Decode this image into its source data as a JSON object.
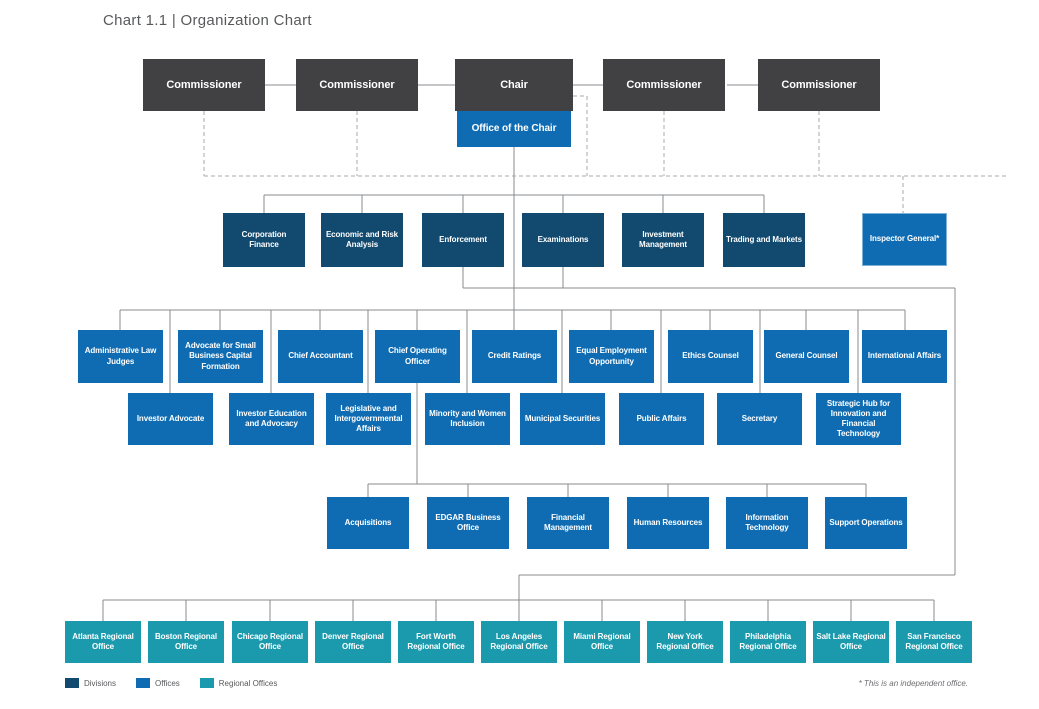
{
  "title": "Chart 1.1 | Organization Chart",
  "footnote": "* This is an independent office.",
  "colors": {
    "executive": "#414042",
    "division": "#11496f",
    "office": "#0f6cb2",
    "regional_office": "#1b9aad",
    "solid_line": "#898b8e",
    "dashed_line": "#a6a8ab",
    "title_text": "#58595b"
  },
  "executive_row": [
    "Commissioner",
    "Commissioner",
    "Chair",
    "Commissioner",
    "Commissioner"
  ],
  "office_of_the_chair": "Office of the Chair",
  "divisions": [
    "Corporation Finance",
    "Economic and Risk Analysis",
    "Enforcement",
    "Examinations",
    "Investment Management",
    "Trading and Markets"
  ],
  "inspector_general": "Inspector General*",
  "offices_row1": [
    "Administrative Law Judges",
    "Advocate for Small Business Capital Formation",
    "Chief Accountant",
    "Chief Operating Officer",
    "Credit Ratings",
    "Equal Employment Opportunity",
    "Ethics Counsel",
    "General Counsel",
    "International Affairs"
  ],
  "offices_row2": [
    "Investor Advocate",
    "Investor Education and Advocacy",
    "Legislative and Intergovernmental Affairs",
    "Minority and Women Inclusion",
    "Municipal Securities",
    "Public Affairs",
    "Secretary",
    "Strategic Hub for Innovation and Financial Technology"
  ],
  "coo_offices": [
    "Acquisitions",
    "EDGAR Business Office",
    "Financial Management",
    "Human Resources",
    "Information Technology",
    "Support Operations"
  ],
  "regional_offices": [
    "Atlanta Regional Office",
    "Boston Regional Office",
    "Chicago Regional Office",
    "Denver Regional Office",
    "Fort Worth Regional Office",
    "Los Angeles Regional Office",
    "Miami Regional Office",
    "New York Regional Office",
    "Philadelphia Regional Office",
    "Salt Lake Regional Office",
    "San Francisco Regional Office"
  ],
  "legend": {
    "items": [
      {
        "label": "Divisions",
        "color": "#11496f"
      },
      {
        "label": "Offices",
        "color": "#0f6cb2"
      },
      {
        "label": "Regional Offices",
        "color": "#1b9aad"
      }
    ]
  }
}
